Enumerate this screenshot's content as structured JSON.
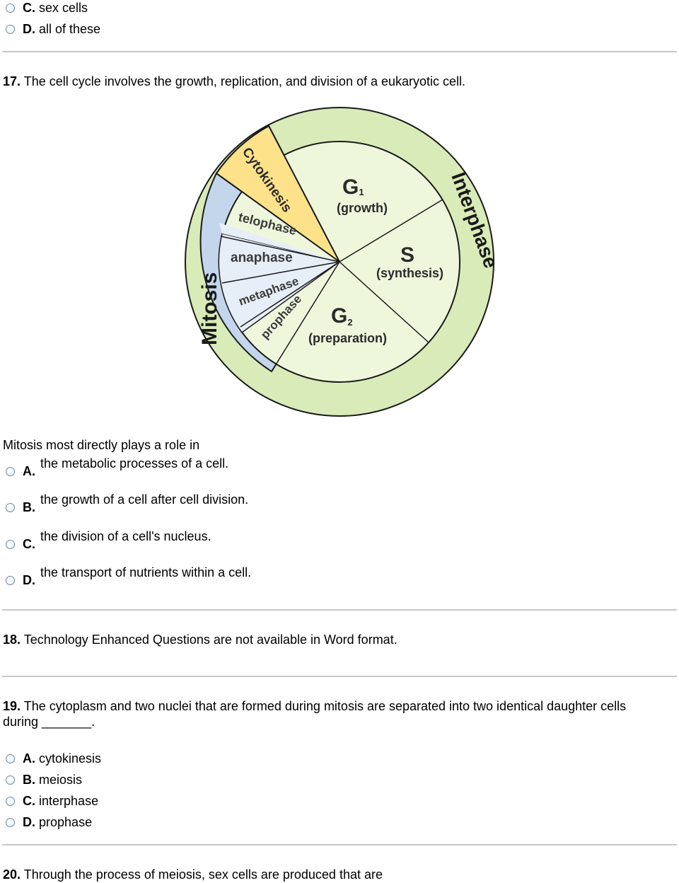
{
  "q16": {
    "options": [
      {
        "letter": "C.",
        "text": "sex cells"
      },
      {
        "letter": "D.",
        "text": "all of these"
      }
    ]
  },
  "q17": {
    "number": "17.",
    "text": "The cell cycle involves the growth, replication, and division of a eukaryotic cell.",
    "diagram": {
      "interphase": "Interphase",
      "mitosis": "Mitosis",
      "cytokinesis": "Cytokinesis",
      "g1": "G",
      "g1_sub": "1",
      "g1_label": "(growth)",
      "s": "S",
      "s_label": "(synthesis)",
      "g2": "G",
      "g2_sub": "2",
      "g2_label": "(preparation)",
      "telophase": "telophase",
      "anaphase": "anaphase",
      "metaphase": "metaphase",
      "prophase": "prophase",
      "colors": {
        "outer_ring": "#d8ebb8",
        "inner_fill": "#eef6dc",
        "mitosis_ring": "#c4d6ec",
        "mitosis_inner": "#e6eef8",
        "cytokinesis": "#fde28a",
        "stroke": "#1a1a1a",
        "text": "#2b2b2b"
      }
    },
    "prompt": "Mitosis most directly plays a role in",
    "options": [
      {
        "letter": "A.",
        "text": "the metabolic processes of a cell."
      },
      {
        "letter": "B.",
        "text": "the growth of a cell after cell division."
      },
      {
        "letter": "C.",
        "text": "the division of a cell's nucleus."
      },
      {
        "letter": "D.",
        "text": "the transport of nutrients within a cell."
      }
    ]
  },
  "q18": {
    "number": "18.",
    "text": "Technology Enhanced Questions are not available in Word format."
  },
  "q19": {
    "number": "19.",
    "text_line1": "The cytoplasm and two nuclei that are formed during mitosis are separated into two identical daughter cells",
    "text_line2": "during _______.",
    "options": [
      {
        "letter": "A.",
        "text": "cytokinesis"
      },
      {
        "letter": "B.",
        "text": "meiosis"
      },
      {
        "letter": "C.",
        "text": "interphase"
      },
      {
        "letter": "D.",
        "text": "prophase"
      }
    ]
  },
  "q20": {
    "number": "20.",
    "text": "Through the process of meiosis, sex cells are produced that are"
  }
}
